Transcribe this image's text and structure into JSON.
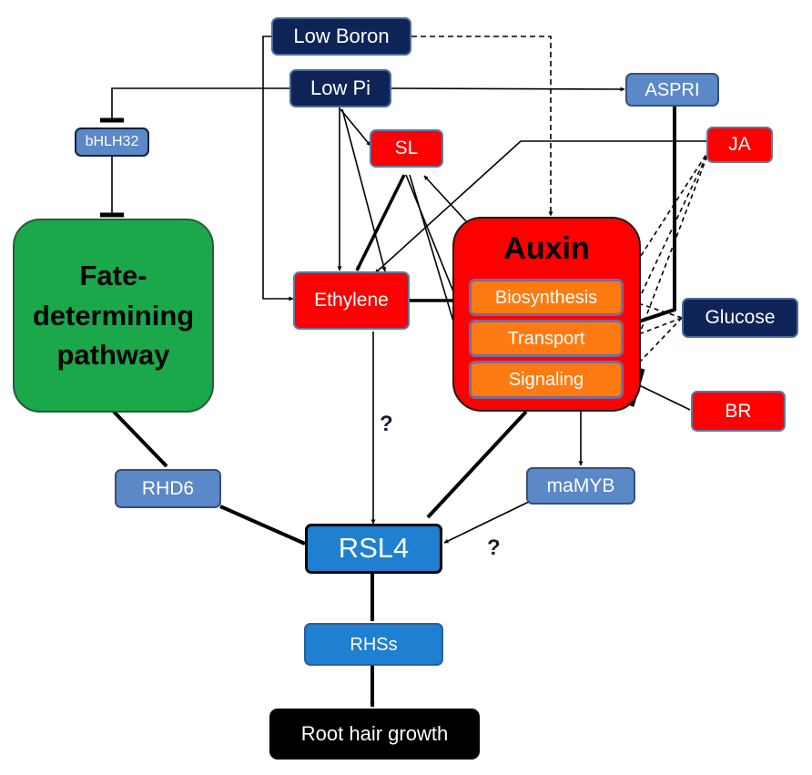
{
  "nodes": {
    "low_boron": "Low Boron",
    "low_pi": "Low Pi",
    "aspri": "ASPRI",
    "bhlh32": "bHLH32",
    "sl": "SL",
    "ja": "JA",
    "fate": "Fate-determining pathway",
    "auxin": "Auxin",
    "biosynthesis": "Biosynthesis",
    "transport": "Transport",
    "signaling": "Signaling",
    "ethylene": "Ethylene",
    "glucose": "Glucose",
    "br": "BR",
    "rhd6": "RHD6",
    "mamyb": "maMYB",
    "rsl4": "RSL4",
    "rhss": "RHSs",
    "root_hair": "Root hair growth"
  },
  "unknown_marks": [
    "?",
    "?"
  ],
  "colors": {
    "navy": "#0e2356",
    "light_blue": "#5b88c6",
    "red": "#ff0000",
    "orange": "#ff7a10",
    "green": "#1aa84a",
    "blue": "#1f7fd1",
    "black": "#000000"
  }
}
